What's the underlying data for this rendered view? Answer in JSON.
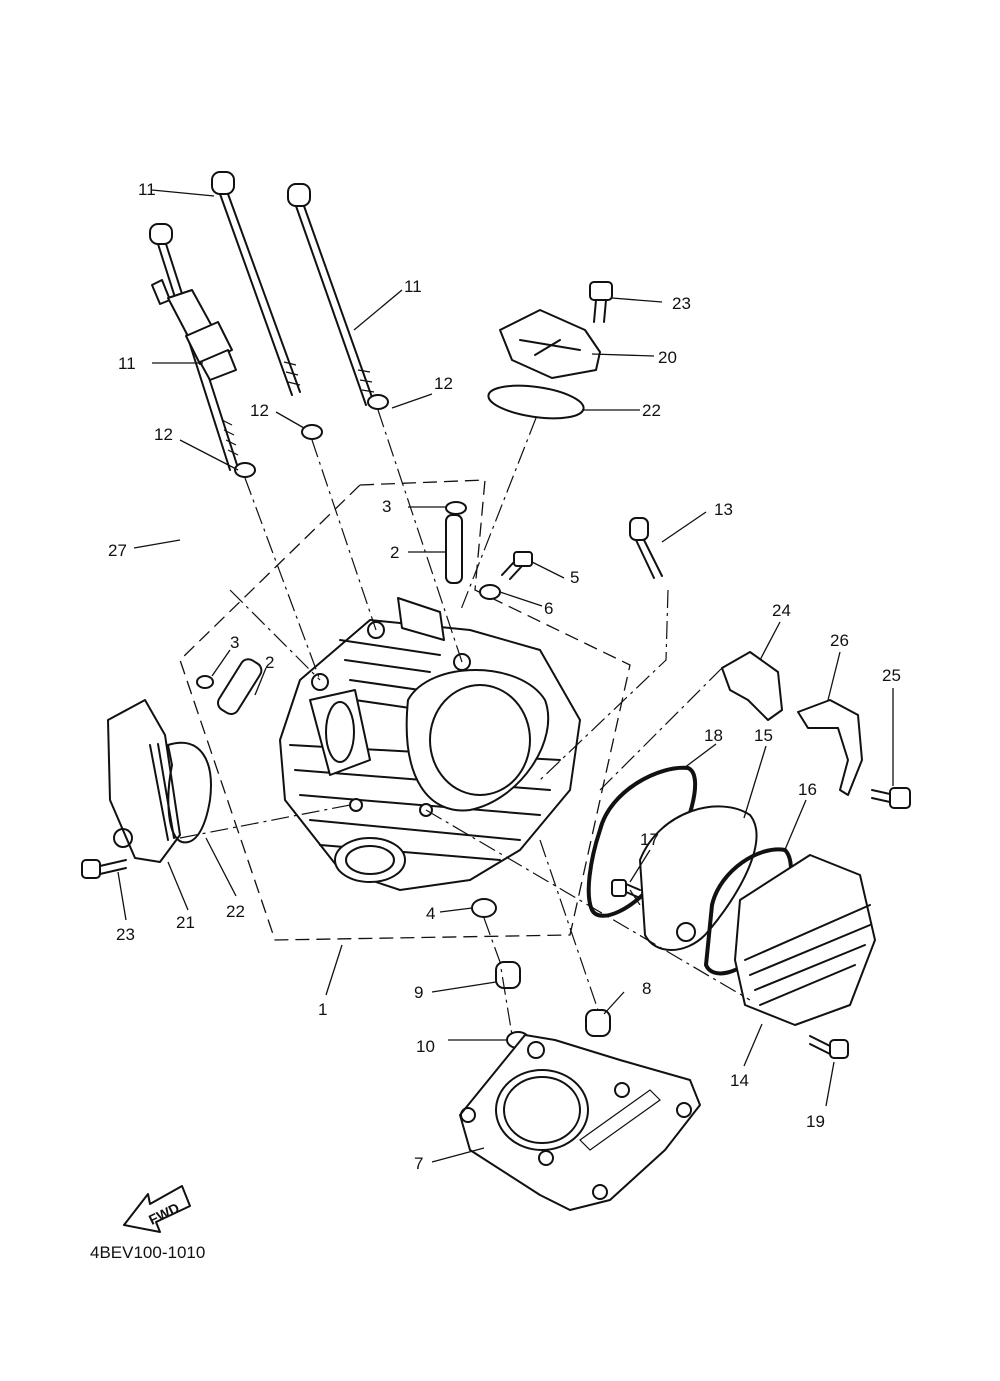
{
  "diagram_code": "4BEV100-1010",
  "fwd_label": "FWD",
  "callouts": {
    "c1": "1",
    "c2a": "2",
    "c2b": "2",
    "c3a": "3",
    "c3b": "3",
    "c4": "4",
    "c5": "5",
    "c6": "6",
    "c7": "7",
    "c8": "8",
    "c9": "9",
    "c10": "10",
    "c11a": "11",
    "c11b": "11",
    "c11c": "11",
    "c12a": "12",
    "c12b": "12",
    "c12c": "12",
    "c13": "13",
    "c14": "14",
    "c15": "15",
    "c16": "16",
    "c17": "17",
    "c18": "18",
    "c19": "19",
    "c20": "20",
    "c21": "21",
    "c22a": "22",
    "c22b": "22",
    "c23a": "23",
    "c23b": "23",
    "c24": "24",
    "c25": "25",
    "c26": "26",
    "c27": "27"
  }
}
